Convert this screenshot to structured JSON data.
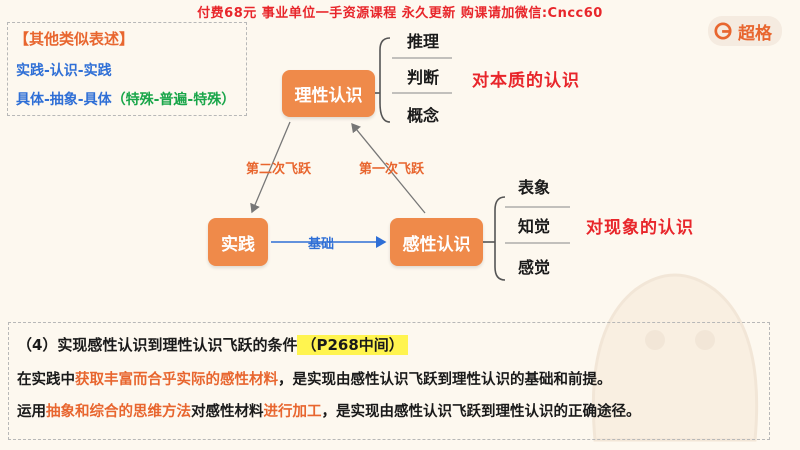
{
  "banner": "付费68元 事业单位一手资源课程 永久更新 购课请加微信:Cncc60",
  "logo": {
    "text": "超格"
  },
  "other_box": {
    "title": "【其他类似表述】",
    "line1": "实践-认识-实践",
    "line2_main": "具体-抽象-具体",
    "line2_paren": "（特殊-普遍-特殊）"
  },
  "diagram": {
    "rational_node": "理性认识",
    "practice_node": "实践",
    "perceptual_node": "感性认识",
    "rational_leaves": [
      "推理",
      "判断",
      "概念"
    ],
    "rational_annotation": "对本质的认识",
    "perceptual_leaves": [
      "表象",
      "知觉",
      "感觉"
    ],
    "perceptual_annotation": "对现象的认识",
    "edge_second_leap": "第二次飞跃",
    "edge_first_leap": "第一次飞跃",
    "edge_base": "基础"
  },
  "condition": {
    "heading": "（4）实现感性认识到理性认识飞跃的条件",
    "page_ref": "（P268中间）",
    "p1_a": "在实践中",
    "p1_b": "获取丰富而合乎实际的感性材料",
    "p1_c": "，是实现由感性认识飞跃到理性认识的基础和前提。",
    "p2_a": "运用",
    "p2_b": "抽象和综合的思维方法",
    "p2_c": "对感性材料",
    "p2_d": "进行加工",
    "p2_e": "，是实现由感性认识飞跃到理性认识的正确途径。"
  },
  "colors": {
    "accent": "#e8662f",
    "node": "#ef8a4a",
    "blue": "#2f6fd6",
    "red": "#e8262b",
    "green": "#1aa64a",
    "highlight": "#fff44f"
  }
}
